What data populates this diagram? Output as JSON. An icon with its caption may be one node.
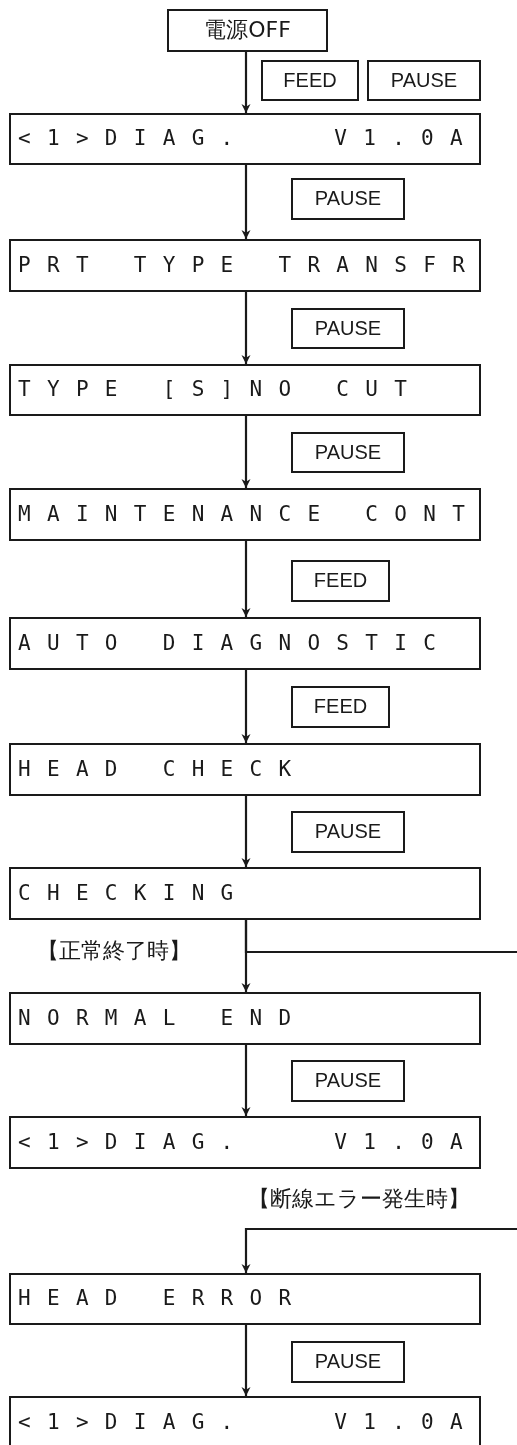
{
  "diagram": {
    "nodes": [
      {
        "text": [
          "電源OFF"
        ]
      },
      {
        "text": [
          "FEED"
        ]
      },
      {
        "text": [
          "PAUSE"
        ]
      },
      {
        "text": [
          "<1>DIAG. V1.0A"
        ]
      },
      {
        "text": [
          "PAUSE"
        ]
      },
      {
        "text": [
          "PRT TYPE TRANSFR"
        ]
      },
      {
        "text": [
          "PAUSE"
        ]
      },
      {
        "text": [
          "TYPE [S]NO CUT"
        ]
      },
      {
        "text": [
          "PAUSE"
        ]
      },
      {
        "text": [
          "MAINTENANCE CONT"
        ]
      },
      {
        "text": [
          "FEED"
        ]
      },
      {
        "text": [
          "AUTO DIAGNOSTIC"
        ]
      },
      {
        "text": [
          "FEED"
        ]
      },
      {
        "text": [
          "HEAD CHECK"
        ]
      },
      {
        "text": [
          "PAUSE"
        ]
      },
      {
        "text": [
          "CHECKING"
        ]
      },
      {
        "text": [
          "NORMAL END"
        ]
      },
      {
        "text": [
          "PAUSE"
        ]
      },
      {
        "text": [
          "<1>DIAG. V1.0A"
        ]
      },
      {
        "text": [
          "HEAD ERROR"
        ]
      },
      {
        "text": [
          "PAUSE"
        ]
      },
      {
        "text": [
          "<1>DIAG. V1.0A"
        ]
      }
    ],
    "edges": [
      {
        "from": 0,
        "to": 3,
        "arrow": "to"
      },
      {
        "from": 3,
        "to": 5,
        "arrow": "to"
      },
      {
        "from": 5,
        "to": 7,
        "arrow": "to"
      },
      {
        "from": 7,
        "to": 9,
        "arrow": "to"
      },
      {
        "from": 9,
        "to": 11,
        "arrow": "to"
      },
      {
        "from": 11,
        "to": 13,
        "arrow": "to"
      },
      {
        "from": 13,
        "to": 15,
        "arrow": "to"
      },
      {
        "from": 15,
        "to": 16,
        "arrow": "to",
        "label": "【正常終了時】"
      },
      {
        "from": 16,
        "to": 18,
        "arrow": "to"
      },
      {
        "from": 15,
        "to": null,
        "arrow": "none"
      },
      {
        "from": null,
        "to": 19,
        "arrow": "to",
        "label": "【断線エラー発生時】"
      },
      {
        "from": 19,
        "to": 21,
        "arrow": "to"
      }
    ]
  }
}
